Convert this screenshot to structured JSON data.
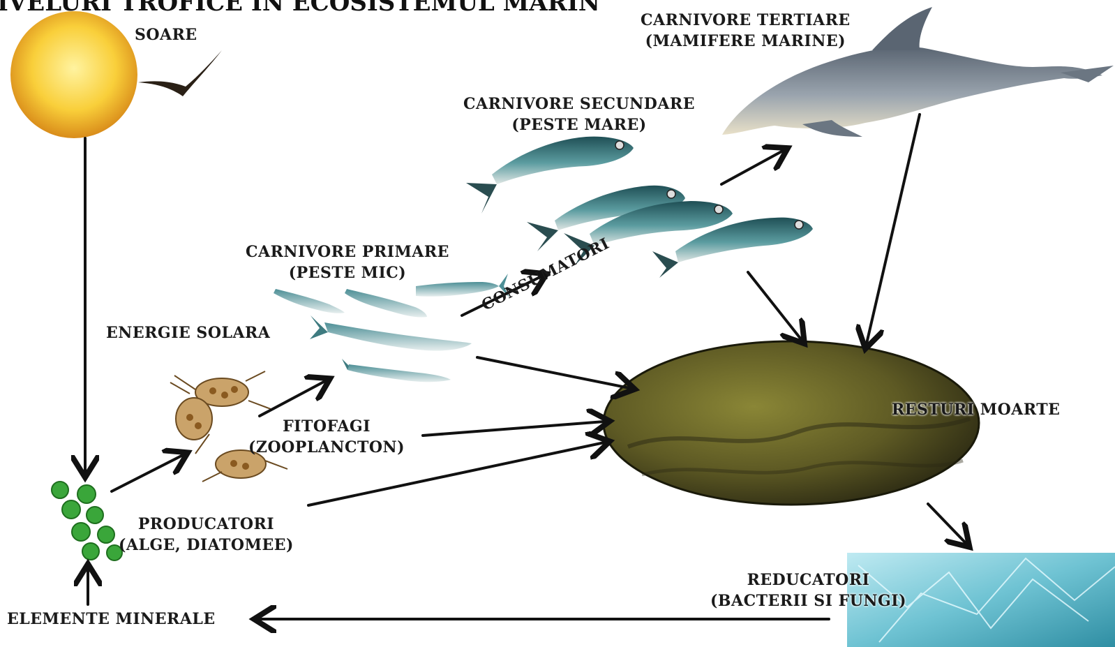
{
  "title": "IVELURI TROFICE IN ECOSISTEMUL MARIN",
  "labels": {
    "soare": "SOARE",
    "tertiare_1": "CARNIVORE TERTIARE",
    "tertiare_2": "(MAMIFERE MARINE)",
    "secundare_1": "CARNIVORE SECUNDARE",
    "secundare_2": "(PESTE MARE)",
    "primare_1": "CARNIVORE PRIMARE",
    "primare_2": "(PESTE MIC)",
    "energie": "ENERGIE SOLARA",
    "consumatori": "CONSUMATORI",
    "fitofagi_1": "FITOFAGI",
    "fitofagi_2": "(ZOOPLANCTON)",
    "resturi": "RESTURI MOARTE",
    "producatori_1": "PRODUCATORI",
    "producatori_2": "(ALGE, DIATOMEE)",
    "reducatori_1": "REDUCATORI",
    "reducatori_2": "(BACTERII SI FUNGI)",
    "minerale": "ELEMENTE MINERALE"
  },
  "colors": {
    "sun": "#f7c633",
    "algae": "#3aa63a",
    "detritus": "#5d5a22",
    "ice": "#8fd3e0",
    "fish": "#4a8a8e",
    "dolphin": "#7c8896",
    "arrow": "#111111"
  },
  "icons": [
    "sun-icon",
    "bird-icon",
    "algae-icon",
    "zooplankton-icon",
    "small-fish-icon",
    "large-fish-icon",
    "dolphin-icon",
    "detritus-icon",
    "bacteria-icon"
  ]
}
